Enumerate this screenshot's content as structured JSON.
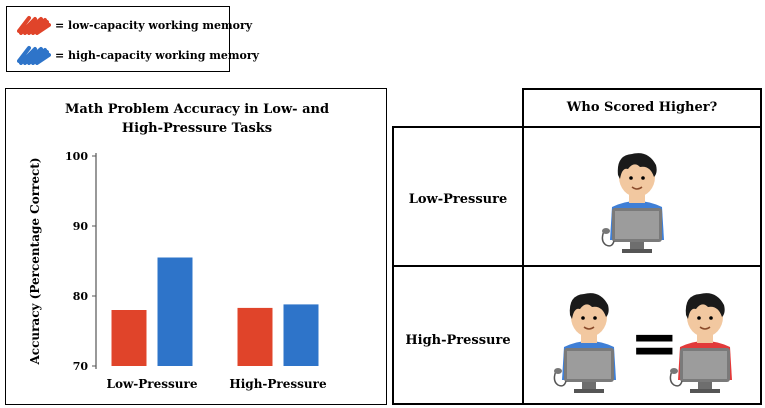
{
  "legend": {
    "items": [
      {
        "label": "= low-capacity working memory",
        "color": "#e0442a"
      },
      {
        "label": "= high-capacity working memory",
        "color": "#2e74c9"
      }
    ]
  },
  "chart_data": {
    "type": "bar",
    "title": "Math Problem Accuracy in Low- and High-Pressure Tasks",
    "title_lines": [
      "Math Problem Accuracy in Low- and",
      "High-Pressure Tasks"
    ],
    "ylabel": "Accuracy (Percentage Correct)",
    "xlabel": "",
    "categories": [
      "Low-Pressure",
      "High-Pressure"
    ],
    "series": [
      {
        "values": [
          78,
          78.3
        ],
        "color": "#e0442a"
      },
      {
        "values": [
          85.5,
          78.8
        ],
        "color": "#2e74c9"
      }
    ],
    "ylim": [
      70,
      100
    ],
    "yticks": [
      70,
      80,
      90,
      100
    ],
    "grid": false
  },
  "table": {
    "header": "Who Scored Higher?",
    "rows": [
      {
        "label": "Low-Pressure",
        "result": "high-capacity"
      },
      {
        "label": "High-Pressure",
        "result": "equal"
      }
    ],
    "equals_sign": "="
  },
  "icons": {
    "person_shirt_high": "#3f7fd6",
    "person_shirt_low": "#e23a3a"
  }
}
